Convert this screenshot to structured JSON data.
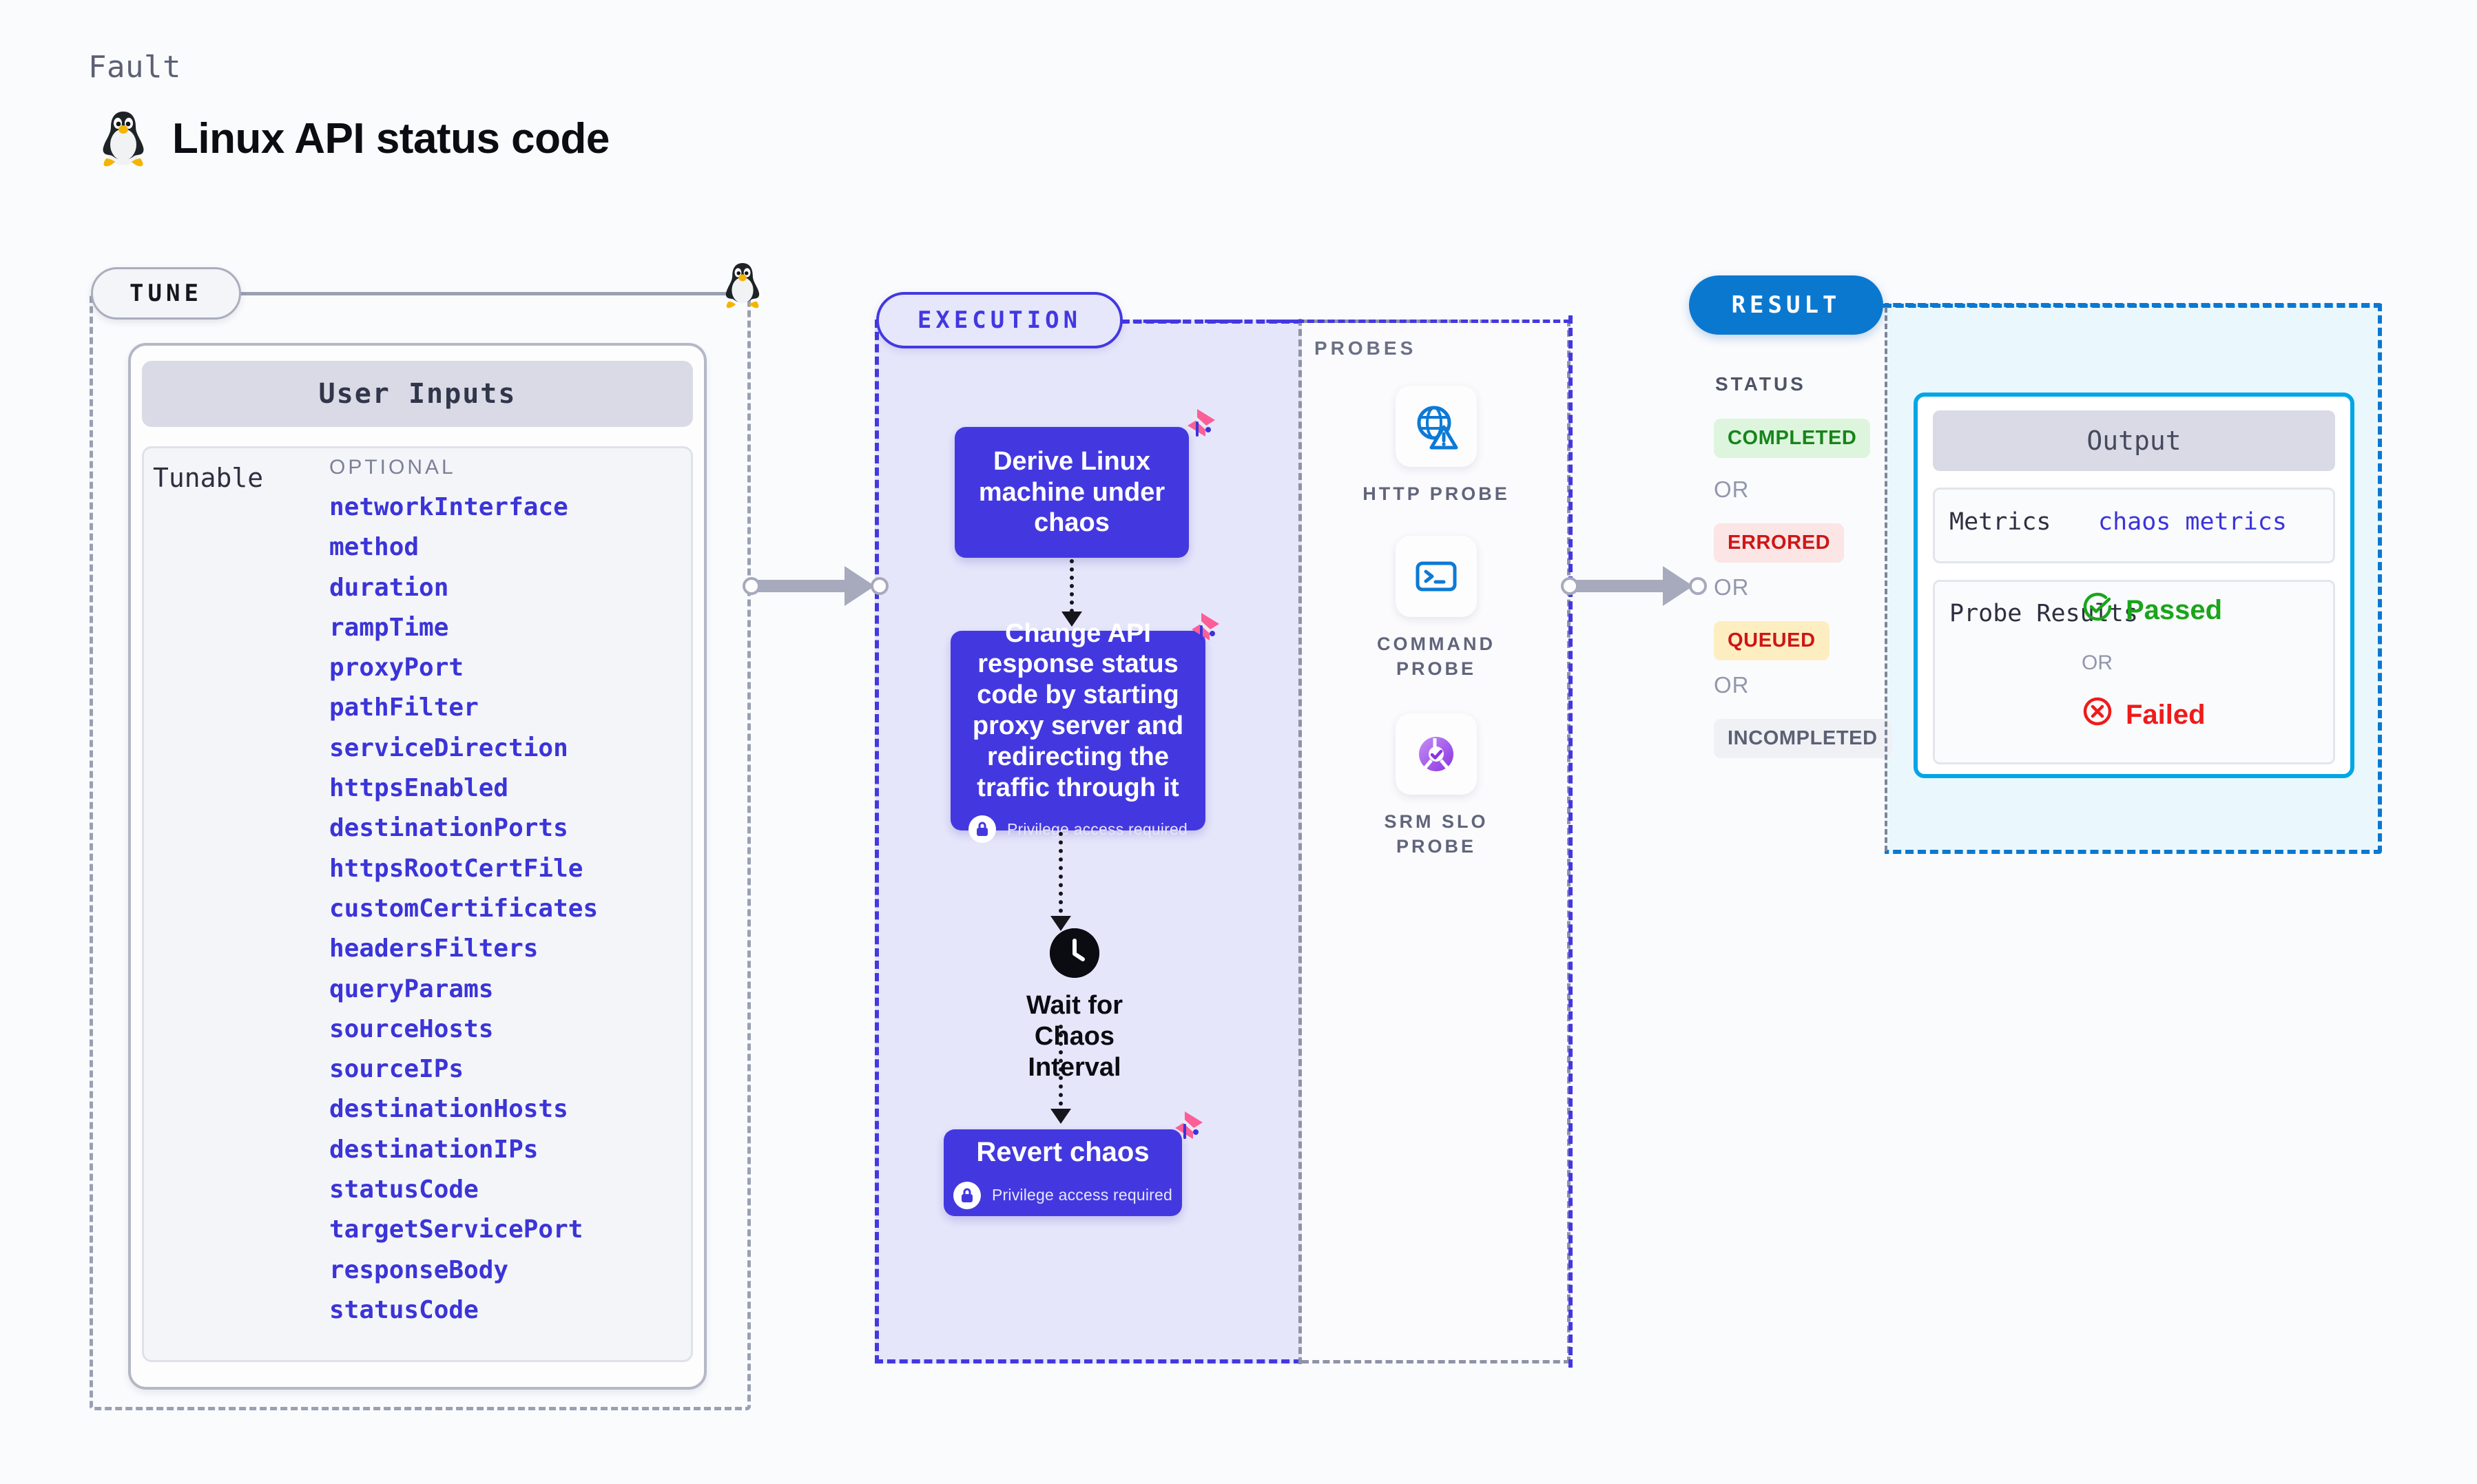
{
  "header": {
    "eyebrow": "Fault",
    "title": "Linux API status code",
    "os_icon": "linux-penguin-icon"
  },
  "tune": {
    "pill_label": "TUNE",
    "card_title": "User Inputs",
    "tunable_label": "Tunable",
    "optional_label": "OPTIONAL",
    "parameters": [
      "networkInterface",
      "method",
      "duration",
      "rampTime",
      "proxyPort",
      "pathFilter",
      "serviceDirection",
      "httpsEnabled",
      "destinationPorts",
      "httpsRootCertFile",
      "customCertificates",
      "headersFilters",
      "queryParams",
      "sourceHosts",
      "sourceIPs",
      "destinationHosts",
      "destinationIPs",
      "statusCode",
      "targetServicePort",
      "responseBody",
      "statusCode"
    ]
  },
  "execution": {
    "pill_label": "EXECUTION",
    "nodes": [
      {
        "text": "Derive Linux machine under chaos",
        "privilege": null
      },
      {
        "text": "Change API response status code by starting proxy server and redirecting the traffic through it",
        "privilege": "Privilege access required"
      },
      {
        "text": "Revert chaos",
        "privilege": "Privilege access required"
      }
    ],
    "wait_step": {
      "label": "Wait for Chaos Interval",
      "icon": "clock-icon"
    }
  },
  "probes": {
    "title": "PROBES",
    "items": [
      {
        "label": "HTTP PROBE",
        "icon": "globe-warning-icon"
      },
      {
        "label": "COMMAND PROBE",
        "icon": "terminal-icon"
      },
      {
        "label": "SRM SLO PROBE",
        "icon": "donut-check-icon"
      }
    ]
  },
  "result": {
    "pill_label": "RESULT",
    "status_title": "STATUS",
    "or_label": "OR",
    "statuses": [
      {
        "label": "COMPLETED",
        "color": "#17841b",
        "bg": "#ddf5dd"
      },
      {
        "label": "ERRORED",
        "color": "#ce1616",
        "bg": "#fbe5e5"
      },
      {
        "label": "QUEUED",
        "color": "#ce1616",
        "bg": "#fdeec1"
      },
      {
        "label": "INCOMPLETED",
        "color": "#5b6073",
        "bg": "#f0f1f5"
      }
    ],
    "output": {
      "title": "Output",
      "metrics_label": "Metrics",
      "metrics_value": "chaos metrics",
      "probe_results_label": "Probe Results",
      "passed_label": "Passed",
      "failed_label": "Failed",
      "or_label": "OR"
    }
  },
  "colors": {
    "accent_purple": "#4338e0",
    "accent_blue": "#0b78d0",
    "accent_cyan": "#00a6e6",
    "param_blue": "#3b34d8",
    "pink_badge": "#fc5e97",
    "connector_gray": "#a6aabc"
  }
}
